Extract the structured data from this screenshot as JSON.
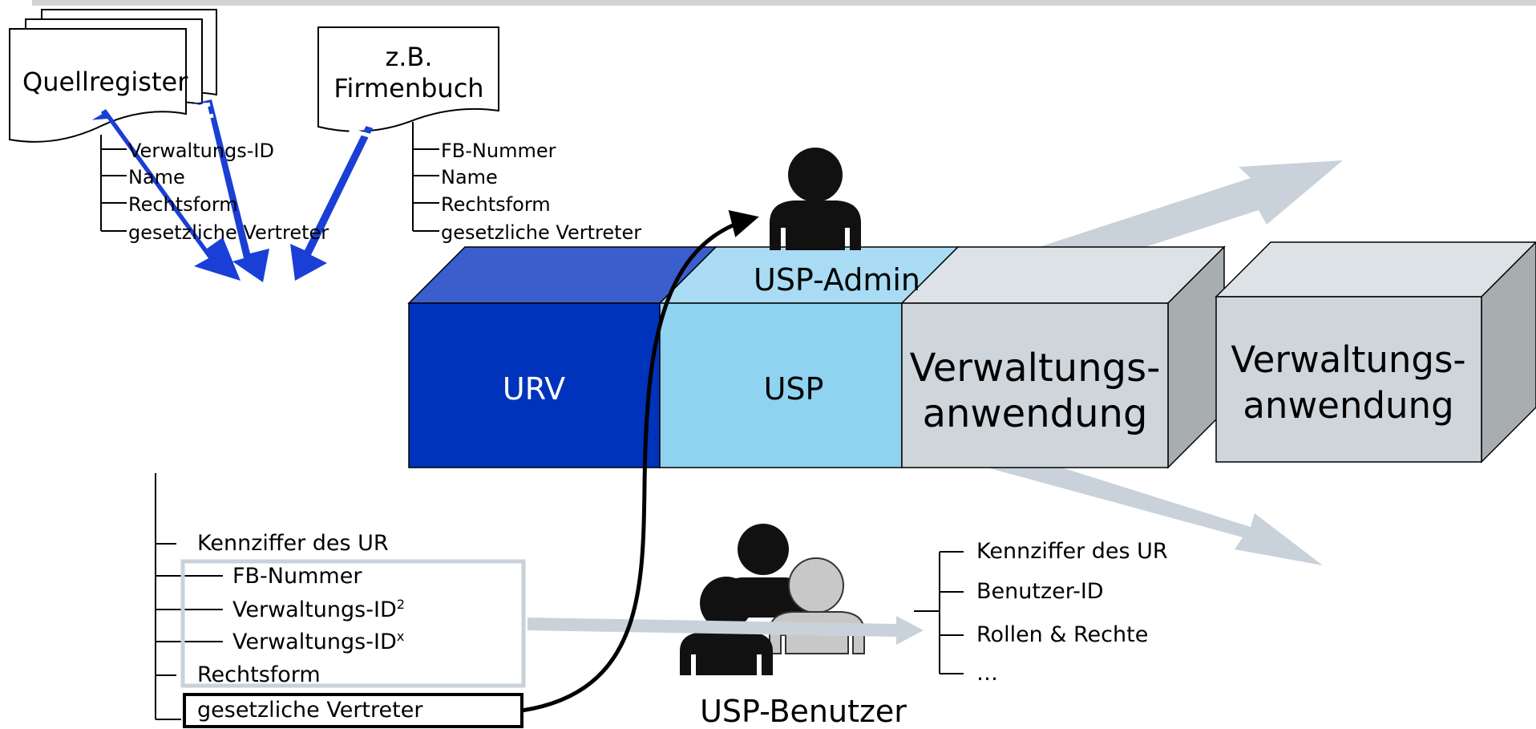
{
  "quellregister": {
    "doc_label": "Quellregister",
    "fields": [
      "Verwaltungs-ID",
      "Name",
      "Rechtsform",
      "gesetzliche Vertreter"
    ]
  },
  "firmenbuch": {
    "doc_label_line1": "z.B.",
    "doc_label_line2": "Firmenbuch",
    "fields": [
      "FB-Nummer",
      "Name",
      "Rechtsform",
      "gesetzliche Vertreter"
    ]
  },
  "blocks": {
    "urv": "URV",
    "usp": "USP",
    "app1_line1": "Verwaltungs-",
    "app1_line2": "anwendung",
    "app2_line1": "Verwaltungs-",
    "app2_line2": "anwendung"
  },
  "usp_admin": {
    "label": "USP-Admin"
  },
  "usp_benutzer": {
    "label": "USP-Benutzer",
    "fields": [
      "Kennziffer des UR",
      "Benutzer-ID",
      "Rollen & Rechte",
      "…"
    ]
  },
  "urv_record": {
    "kennziffer": "Kennziffer des UR",
    "fb_nummer": "FB-Nummer",
    "verwaltungs_id_2": "Verwaltungs-ID",
    "verwaltungs_id_2_sup": "2",
    "verwaltungs_id_x": "Verwaltungs-ID",
    "verwaltungs_id_x_sup": "x",
    "rechtsform": "Rechtsform",
    "gesetzliche_vertreter": "gesetzliche Vertreter"
  },
  "colors": {
    "urv_front": "#0033bb",
    "urv_top": "#3a5fcd",
    "usp_front": "#8fd3f0",
    "usp_top": "#a9dcf4",
    "app_front": "#cfd6db",
    "app_top": "#dde2e6",
    "app_side": "#a8adb0",
    "arrow_blue": "#1a3fd6",
    "arrow_grey": "#c9d2da",
    "person_dark": "#111111",
    "person_light": "#c8c8c8"
  }
}
